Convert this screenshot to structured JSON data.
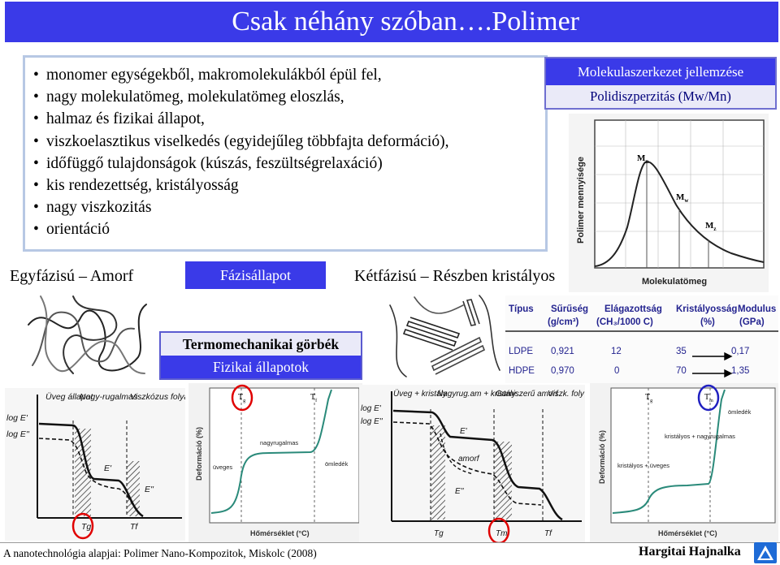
{
  "title": "Csak néhány szóban….Polimer",
  "bullets": [
    "monomer egységekből, makromolekulákból épül fel,",
    "nagy molekulatömeg, molekulatömeg eloszlás,",
    "halmaz és fizikai állapot,",
    "viszkoelasztikus viselkedés (egyidejűleg többfajta deformáció),",
    "időfüggő tulajdonságok (kúszás, feszültségrelaxáció)",
    "kis rendezettség, kristályosság",
    "nagy viszkozitás",
    "orientáció"
  ],
  "mol_box": {
    "title": "Molekulaszerkezet jellemzése",
    "subtitle": "Polidiszperzitás (Mw/Mn)"
  },
  "mw_chart": {
    "ylabel": "Polimer mennyisége",
    "xlabel": "Molekulatömeg",
    "labels": [
      "M",
      "M",
      "M"
    ],
    "subs": [
      "n",
      "w",
      "z"
    ]
  },
  "phase": {
    "left_label": "Egyfázisú – Amorf",
    "button": "Fázisállapot",
    "right_label": "Kétfázisú – Részben kristályos"
  },
  "thermo": {
    "title": "Termomechanikai görbék",
    "subtitle": "Fizikai állapotok"
  },
  "table": {
    "headers": [
      [
        "Típus",
        ""
      ],
      [
        "Sűrűség",
        "(g/cm³)"
      ],
      [
        "Elágazottság",
        "(CH₃/1000 C)"
      ],
      [
        "Kristályosság",
        "(%)"
      ],
      [
        "Modulus",
        "(GPa)"
      ]
    ],
    "rows": [
      [
        "LDPE",
        "0,921",
        "12",
        "35",
        "0,17"
      ],
      [
        "HDPE",
        "0,970",
        "0",
        "70",
        "1,35"
      ]
    ]
  },
  "amorph_hand": {
    "headers": [
      "Üveg állapot",
      "Nagy-rugalmas",
      "Viszkózus folyadék"
    ],
    "logE_prime": "log E'",
    "logE_dprime": "log E''",
    "Eprime": "E'",
    "Edprime": "E''",
    "Tg": "Tg",
    "Tf": "Tf"
  },
  "amorph_thermo": {
    "Tg": "T",
    "Tg_sub": "g",
    "Tf": "T",
    "Tf_sub": "f",
    "ylabel": "Deformáció (%)",
    "xlabel": "Hőmérséklet (°C)",
    "zones": [
      "üveges",
      "nagyrugalmas",
      "ömledék"
    ]
  },
  "cryst_hand": {
    "headers": [
      "Üveg + kristály",
      "Nagyrug.am + kristály",
      "Gumiszerű amorf",
      "Viszk. foly"
    ],
    "logE_prime": "log E'",
    "logE_dprime": "log E''",
    "Eprime": "E'",
    "Edprime": "E''",
    "amorf": "amorf",
    "Tg": "Tg",
    "Tm": "Tm",
    "Tf": "Tf"
  },
  "cryst_thermo": {
    "Tg": "T",
    "Tg_sub": "g",
    "Tm": "T",
    "Tm_sub": "m",
    "ylabel": "Deformáció (%)",
    "xlabel": "Hőmérséklet (°C)",
    "zones": [
      "kristályos + üveges",
      "kristályos + nagyrugalmas",
      "ömledék"
    ]
  },
  "footer": {
    "left": "A nanotechnológia alapjai: Polimer Nano-Kompozitok, Miskolc (2008)",
    "right": "Hargitai Hajnalka"
  },
  "colors": {
    "title_bg": "#3a3ae8",
    "circle_red": "#e00000",
    "circle_blue": "#2020c0"
  }
}
